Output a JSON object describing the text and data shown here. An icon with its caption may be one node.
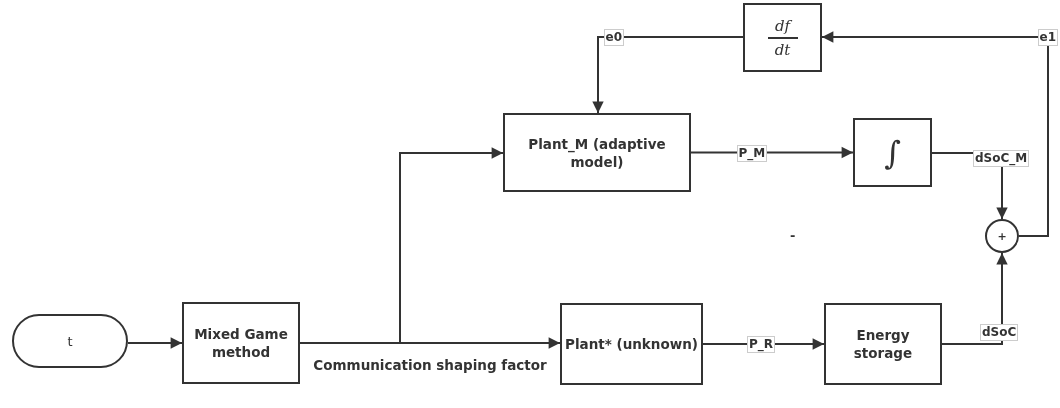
{
  "diagram": {
    "nodes": [
      {
        "text": [
          "t"
        ]
      },
      {
        "text": [
          "Mixed Game method"
        ]
      },
      {
        "text": [
          "Plant_M (adaptive model)"
        ]
      },
      {
        "text": [
          "Plant* (unknown)"
        ]
      },
      {
        "text": [
          "Energy storage"
        ]
      },
      {
        "text": [
          "df",
          "dt"
        ]
      },
      {
        "text": [
          "∫"
        ]
      },
      {
        "text": [
          "+"
        ]
      }
    ],
    "edges": [
      {
        "from": 0,
        "to": 1,
        "arrow": "to"
      },
      {
        "from": 1,
        "to": 3,
        "arrow": "to",
        "label": "Communication shaping factor"
      },
      {
        "from": 1,
        "to": 2,
        "arrow": "to"
      },
      {
        "from": 2,
        "to": 6,
        "arrow": "to",
        "label": "P_M"
      },
      {
        "from": 3,
        "to": 4,
        "arrow": "to",
        "label": "P_R"
      },
      {
        "from": 6,
        "to": 7,
        "arrow": "to",
        "label": "dSoC_M"
      },
      {
        "from": 4,
        "to": 7,
        "arrow": "to",
        "label": "dSoC"
      },
      {
        "from": 7,
        "to": 5,
        "arrow": "to",
        "label": "e1"
      },
      {
        "from": 5,
        "to": 2,
        "arrow": "to",
        "label": "e0"
      }
    ],
    "labels": [
      "-"
    ]
  }
}
